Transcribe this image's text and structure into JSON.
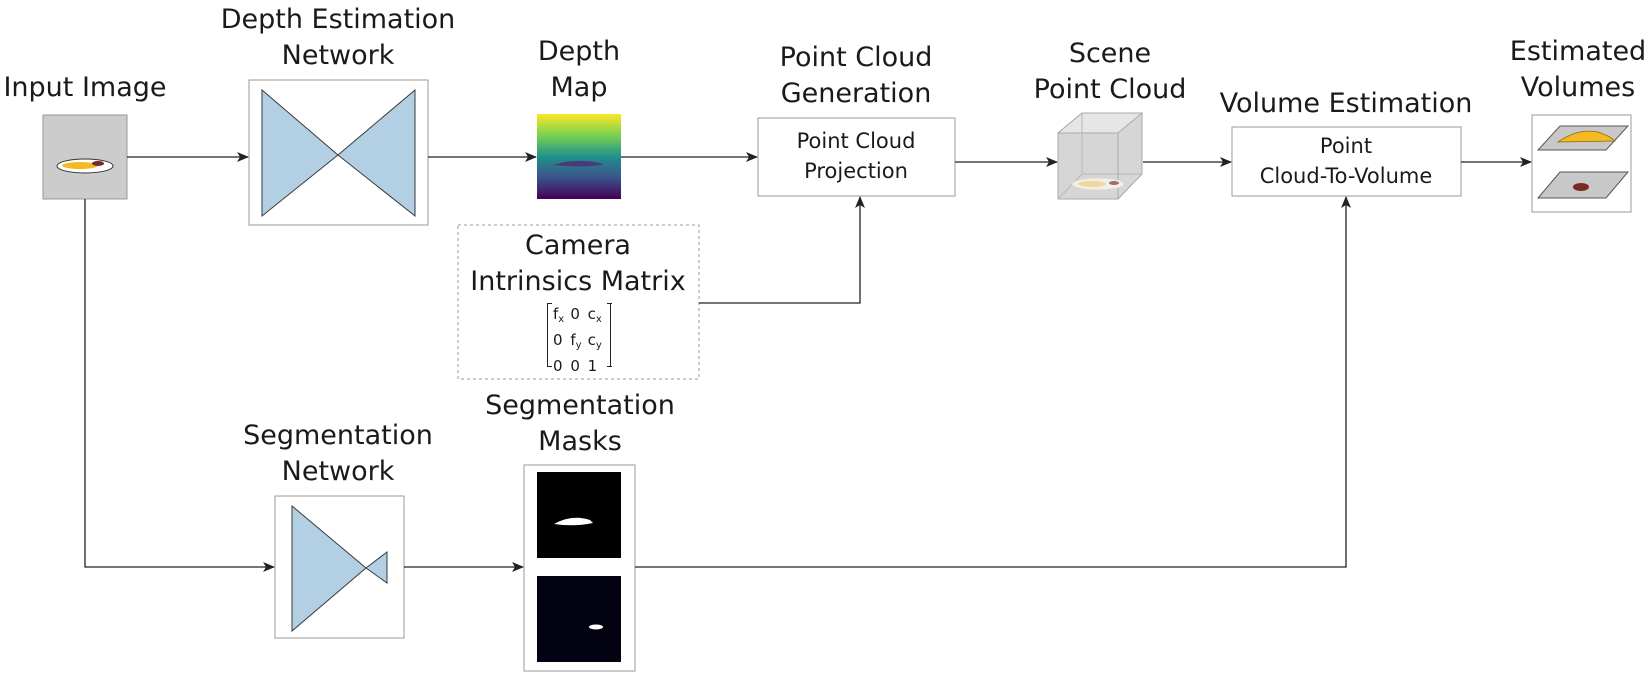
{
  "nodes": {
    "input_image": {
      "label": [
        "Input Image"
      ]
    },
    "depth_network": {
      "label": [
        "Depth Estimation",
        "Network"
      ]
    },
    "depth_map": {
      "label": [
        "Depth",
        "Map"
      ]
    },
    "point_cloud_generation": {
      "label": [
        "Point Cloud",
        "Generation"
      ],
      "box_text": [
        "Point Cloud",
        "Projection"
      ]
    },
    "scene_point_cloud": {
      "label": [
        "Scene",
        "Point Cloud"
      ]
    },
    "volume_estimation": {
      "label": [
        "Volume Estimation"
      ],
      "box_text": [
        "Point",
        "Cloud-To-Volume"
      ]
    },
    "estimated_volumes": {
      "label": [
        "Estimated",
        "Volumes"
      ]
    },
    "camera_intrinsics": {
      "label": [
        "Camera",
        "Intrinsics Matrix"
      ],
      "matrix": [
        [
          "f",
          "x",
          "0",
          "",
          "c",
          "x"
        ],
        [
          "0",
          "",
          "f",
          "y",
          "c",
          "y"
        ],
        [
          "0",
          "",
          "0",
          "",
          "1",
          ""
        ]
      ]
    },
    "segmentation_network": {
      "label": [
        "Segmentation",
        "Network"
      ]
    },
    "segmentation_masks": {
      "label": [
        "Segmentation",
        "Masks"
      ]
    }
  },
  "colors": {
    "network_fill": "#b3cfe4",
    "network_stroke": "#3a3a3a",
    "arrow": "#222222",
    "food_yellow": "#f5b921",
    "food_brown": "#7a2a25",
    "plane_gray": "#c8c8c8",
    "viridis_top": "#fde725",
    "viridis_mid": "#21918c",
    "viridis_bottom": "#440154"
  }
}
